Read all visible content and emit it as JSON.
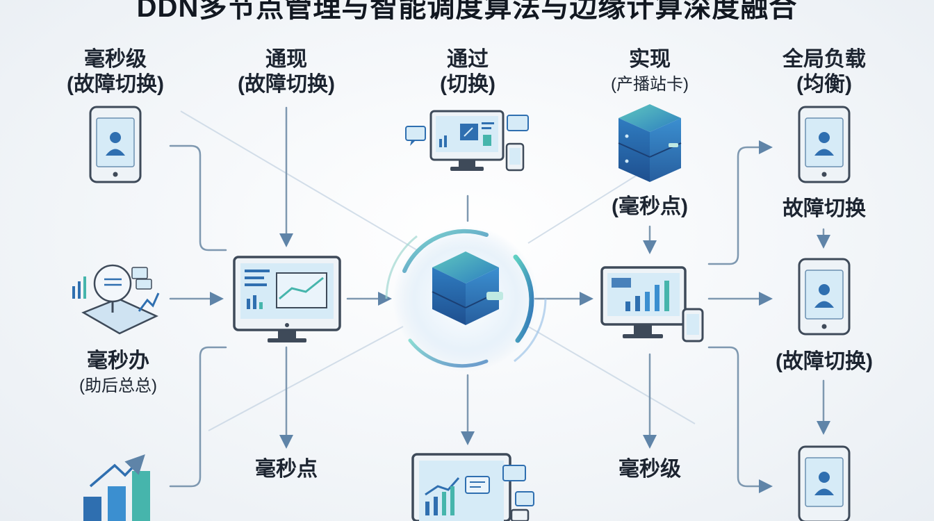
{
  "title": "DDN多节点管理与智能调度算法与边缘计算深度融合",
  "labels": {
    "col1_top_line1": "毫秒级",
    "col1_top_line2": "(故障切换)",
    "col2_top_line1": "通现",
    "col2_top_line2": "(故障切换)",
    "col3_top_line1": "通过",
    "col3_top_line2": "(切换)",
    "col4_top_line1": "实现",
    "col4_top_line2": "(产播站卡)",
    "col5_top_line1": "全局负载",
    "col5_top_line2": "(均衡)",
    "server_caption": "(毫秒点)",
    "right_mid_caption": "故障切换",
    "right_low_caption": "(故障切换)",
    "left_mid_line1": "毫秒办",
    "left_mid_line2": "(助后总总)",
    "bottom_left_caption": "毫秒点",
    "bottom_right_caption": "毫秒级"
  },
  "colors": {
    "line": "#7e98b0",
    "arrow": "#5f84a8",
    "device_frame": "#3e4a59",
    "screen": "#d6ebf7",
    "accent_blue": "#2f6fb0",
    "accent_teal": "#46b5ac",
    "hub_ring": "#3f8fd0"
  }
}
